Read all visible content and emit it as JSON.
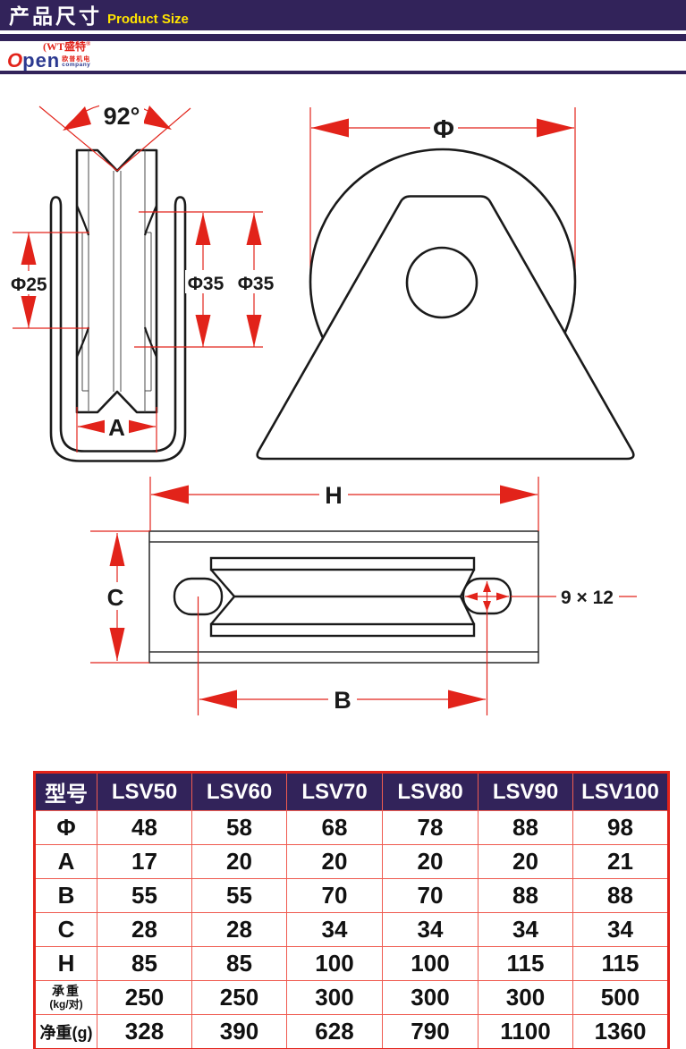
{
  "colors": {
    "navy": "#32235a",
    "accent_red": "#e2231a",
    "grid_red": "#ef5b50",
    "yellow": "#ffe400",
    "logo_blue": "#2b3990"
  },
  "header": {
    "title_cn": "产品尺寸",
    "title_en": "Product Size"
  },
  "logo": {
    "line1": "(WT盛特",
    "reg": "®",
    "o": "O",
    "pen": "pen",
    "sub_cn": "欧普机电",
    "sub_en": "company"
  },
  "dims": {
    "side": {
      "angle": "92°",
      "bore": "Φ25",
      "hub1": "Φ35",
      "hub2": "Φ35",
      "width": "A"
    },
    "front": {
      "diameter": "Φ"
    },
    "top": {
      "length": "H",
      "height": "C",
      "span": "B",
      "slot": "9 × 12"
    }
  },
  "table": {
    "header": [
      "型号",
      "LSV50",
      "LSV60",
      "LSV70",
      "LSV80",
      "LSV90",
      "LSV100"
    ],
    "rows": [
      {
        "label": "Φ",
        "values": [
          "48",
          "58",
          "68",
          "78",
          "88",
          "98"
        ]
      },
      {
        "label": "A",
        "values": [
          "17",
          "20",
          "20",
          "20",
          "20",
          "21"
        ]
      },
      {
        "label": "B",
        "values": [
          "55",
          "55",
          "70",
          "70",
          "88",
          "88"
        ]
      },
      {
        "label": "C",
        "values": [
          "28",
          "28",
          "34",
          "34",
          "34",
          "34"
        ]
      },
      {
        "label": "H",
        "values": [
          "85",
          "85",
          "100",
          "100",
          "115",
          "115"
        ]
      },
      {
        "label": "承重",
        "label2": "(kg/对)",
        "values": [
          "250",
          "250",
          "300",
          "300",
          "300",
          "500"
        ]
      },
      {
        "label": "净重(g)",
        "values": [
          "328",
          "390",
          "628",
          "790",
          "1100",
          "1360"
        ]
      }
    ]
  }
}
